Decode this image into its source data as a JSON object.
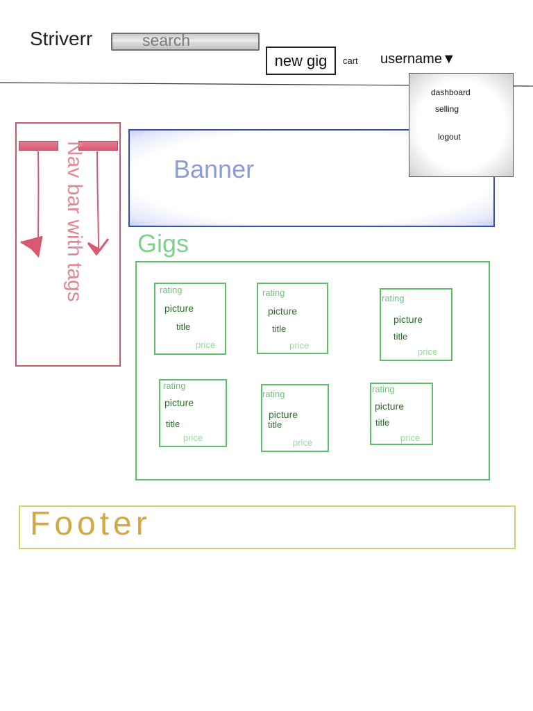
{
  "header": {
    "logo": "Striverr",
    "search_placeholder": "search",
    "new_gig_label": "new gig",
    "cart_label": "cart",
    "username_label": "username▼"
  },
  "dropdown": {
    "items": [
      "dashboard",
      "selling",
      "logout"
    ]
  },
  "sidebar": {
    "label": "Nav bar with tags"
  },
  "banner": {
    "label": "Banner"
  },
  "gigs": {
    "heading": "Gigs",
    "cards": [
      {
        "rating": "rating",
        "picture": "picture",
        "title": "title",
        "price": "price"
      },
      {
        "rating": "rating",
        "picture": "picture",
        "title": "title",
        "price": "price"
      },
      {
        "rating": "rating",
        "picture": "picture",
        "title": "title",
        "price": "price"
      },
      {
        "rating": "rating",
        "picture": "picture",
        "title": "title",
        "price": "price"
      },
      {
        "rating": "rating",
        "picture": "picture",
        "title": "title",
        "price": "price"
      },
      {
        "rating": "rating",
        "picture": "picture",
        "title": "title",
        "price": "price"
      }
    ]
  },
  "footer": {
    "label": "Footer"
  },
  "colors": {
    "sidebar": "#c85a6a",
    "banner": "#3a4fa6",
    "gigs": "#5dbf6a",
    "footer": "#d8cd6a"
  }
}
